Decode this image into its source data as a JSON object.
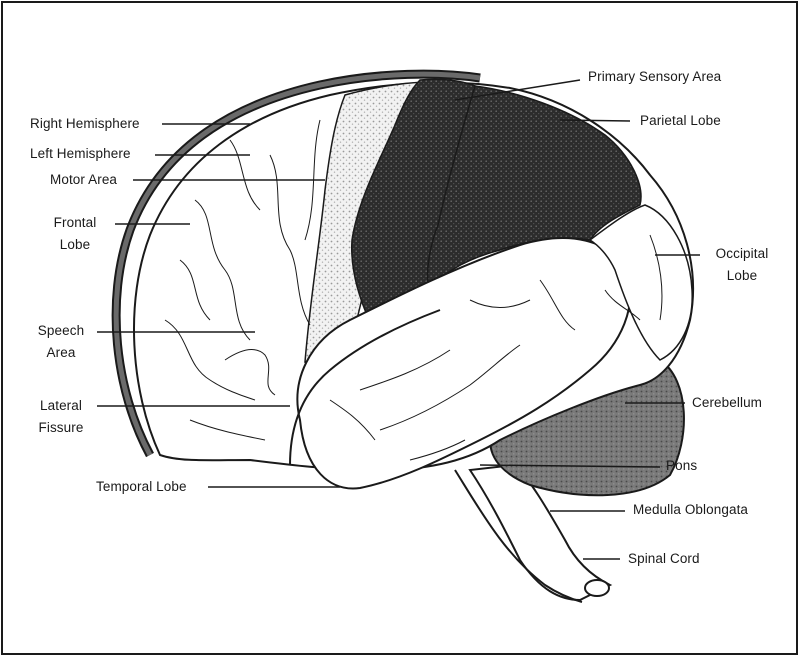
{
  "labels": {
    "primary_sensory_area": "Primary Sensory Area",
    "parietal_lobe": "Parietal Lobe",
    "right_hemisphere": "Right Hemisphere",
    "left_hemisphere": "Left Hemisphere",
    "motor_area": "Motor Area",
    "frontal_lobe_line1": "Frontal",
    "frontal_lobe_line2": "Lobe",
    "occipital_lobe_line1": "Occipital",
    "occipital_lobe_line2": "Lobe",
    "speech_area_line1": "Speech",
    "speech_area_line2": "Area",
    "lateral_fissure_line1": "Lateral",
    "lateral_fissure_line2": "Fissure",
    "cerebellum": "Cerebellum",
    "pons": "Pons",
    "temporal_lobe": "Temporal Lobe",
    "medulla_oblongata": "Medulla Oblongata",
    "spinal_cord": "Spinal Cord"
  },
  "colors": {
    "ink": "#1a1a1a",
    "dark_region": "#2e2e2e",
    "mid_region": "#5a5a5a",
    "light_stipple": "#c8c8c8"
  }
}
